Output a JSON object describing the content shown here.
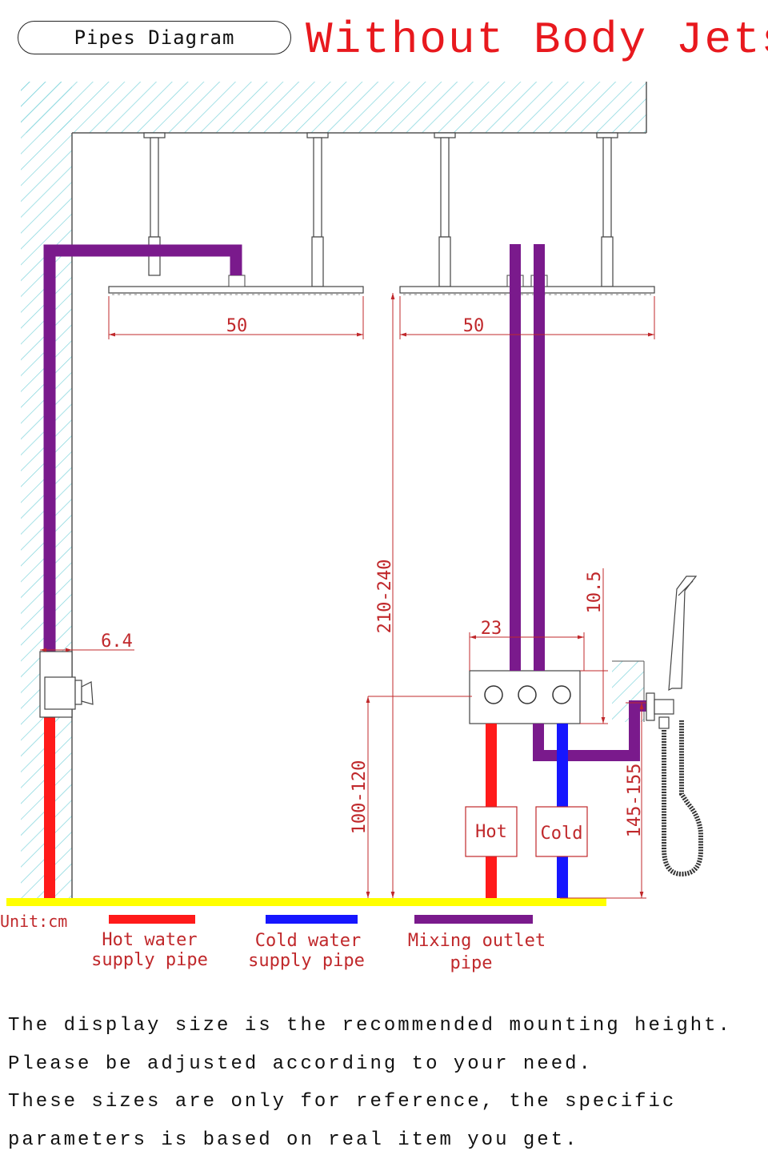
{
  "header": {
    "pill_label": "Pipes Diagram",
    "title": "Without Body Jets"
  },
  "dimensions": {
    "left_head_width": "50",
    "right_head_width": "50",
    "head_height": "210-240",
    "valve_height": "100-120",
    "wall_offset": "6.4",
    "valve_width": "23",
    "valve_top": "10.5",
    "handheld_height": "145-155"
  },
  "labels": {
    "hot_box": "Hot",
    "cold_box": "Cold",
    "unit": "Unit:cm"
  },
  "legend": [
    {
      "line1": "Hot water",
      "line2": "supply pipe",
      "color": "#ff1a1a"
    },
    {
      "line1": "Cold water",
      "line2": "supply pipe",
      "color": "#1616ff"
    },
    {
      "line1": "Mixing outlet",
      "line2": "pipe",
      "color": "#7a1a8c"
    }
  ],
  "colors": {
    "hot": "#ff1a1a",
    "cold": "#1616ff",
    "mixing": "#7a1a8c",
    "floor": "#ffff00",
    "wall_hatch": "#7fd4dc",
    "dimension_text": "#c0282b",
    "title": "#e8191e"
  },
  "notes": [
    "The display size is the recommended mounting height.",
    "Please be adjusted according to your need.",
    "These sizes are only for reference, the specific",
    "parameters is based on real item you get."
  ]
}
